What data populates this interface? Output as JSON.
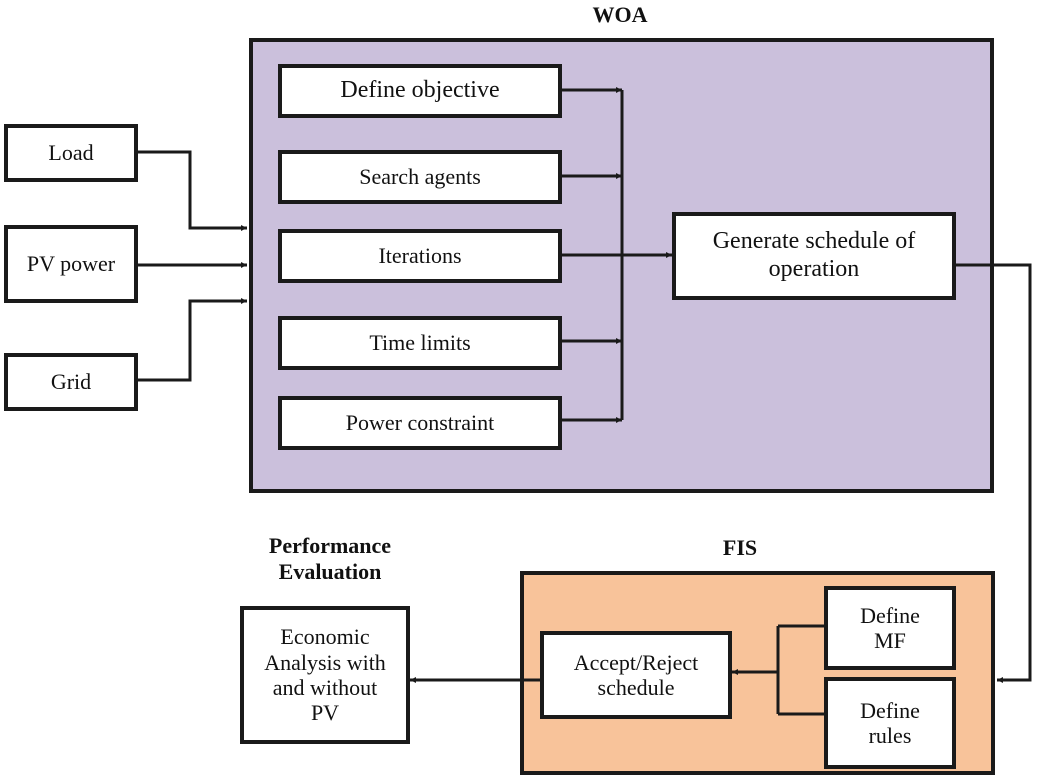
{
  "woa": {
    "title": "WOA",
    "steps": [
      "Define objective",
      "Search agents",
      "Iterations",
      "Time limits",
      "Power constraint"
    ],
    "output": "Generate schedule of operation",
    "fill_color": "#cbc0dc"
  },
  "inputs": [
    "Load",
    "PV power",
    "Grid"
  ],
  "fis": {
    "title": "FIS",
    "decision": "Accept/Reject schedule",
    "define_mf": "Define MF",
    "define_rules": "Define rules",
    "fill_color": "#f8c39a"
  },
  "performance": {
    "title": "Performance Evaluation",
    "analysis": "Economic Analysis with and without PV"
  }
}
